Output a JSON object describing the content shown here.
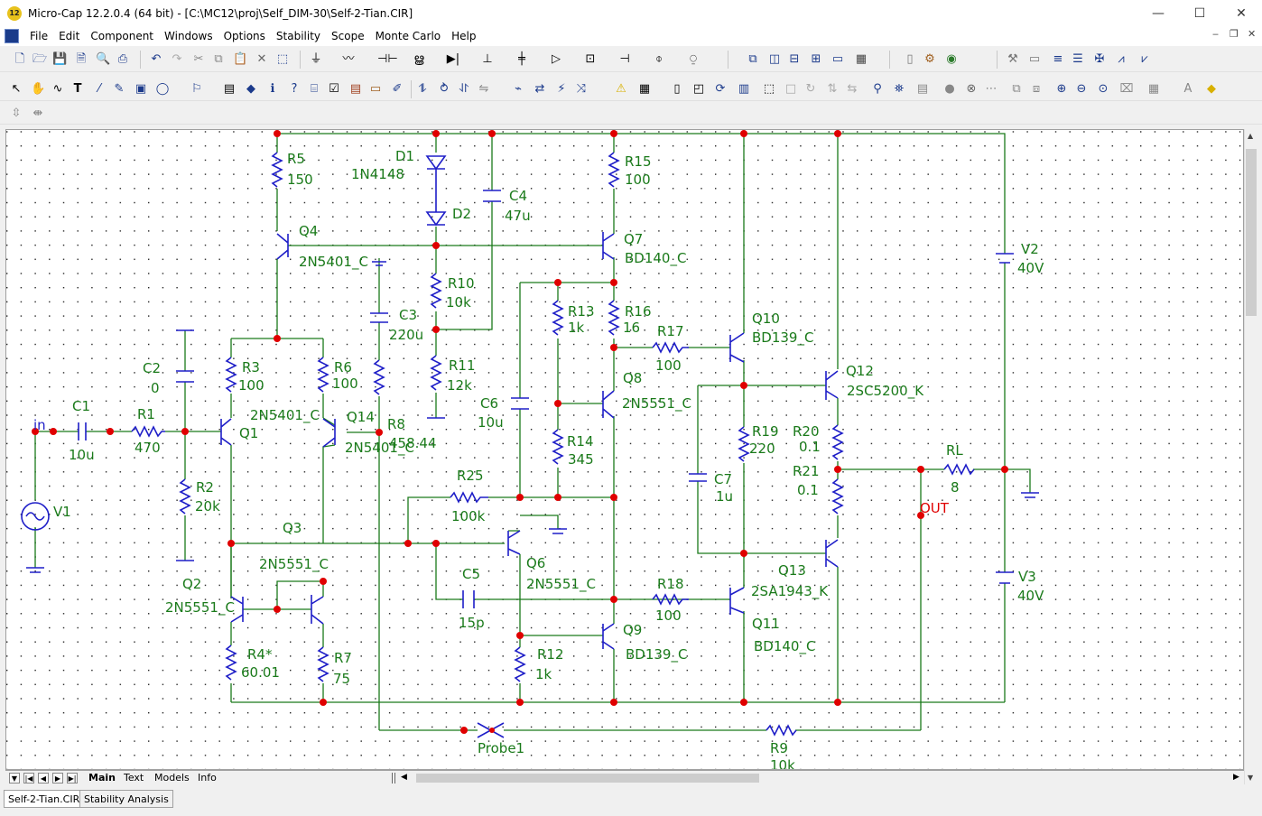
{
  "window": {
    "title": "Micro-Cap 12.2.0.4 (64 bit) - [C:\\MC12\\proj\\Self_DIM-30\\Self-2-Tian.CIR]",
    "app_icon_text": "12",
    "minimize": "—",
    "maximize": "☐",
    "close": "✕"
  },
  "menu": [
    "File",
    "Edit",
    "Component",
    "Windows",
    "Options",
    "Stability",
    "Scope",
    "Monte Carlo",
    "Help"
  ],
  "mdi": {
    "minimize": "‒",
    "restore": "❐",
    "close": "✕"
  },
  "sheet_tabs": [
    "Main",
    "Text",
    "Models",
    "Info"
  ],
  "doc_tabs": [
    "Self-2-Tian.CIR",
    "Stability Analysis"
  ],
  "components": {
    "R5": {
      "name": "R5",
      "value": "150"
    },
    "D1": {
      "name": "D1",
      "value": "1N4148"
    },
    "D2": {
      "name": "D2"
    },
    "C4": {
      "name": "C4",
      "value": "47u"
    },
    "R15": {
      "name": "R15",
      "value": "100"
    },
    "Q4": {
      "name": "Q4",
      "value": "2N5401_C"
    },
    "Q7": {
      "name": "Q7",
      "value": "BD140_C"
    },
    "V2": {
      "name": "V2",
      "value": "40V"
    },
    "R10": {
      "name": "R10",
      "value": "10k"
    },
    "R16": {
      "name": "R16",
      "value": "16"
    },
    "R13": {
      "name": "R13",
      "value": "1k"
    },
    "C3": {
      "name": "C3",
      "value": "220u"
    },
    "Q10": {
      "name": "Q10",
      "value": "BD139_C"
    },
    "R17": {
      "name": "R17",
      "value": "100"
    },
    "R3": {
      "name": "R3",
      "value": "100"
    },
    "R6": {
      "name": "R6",
      "value": "100"
    },
    "R11": {
      "name": "R11",
      "value": "12k"
    },
    "Q12": {
      "name": "Q12",
      "value": "2SC5200_K"
    },
    "C2": {
      "name": "C2",
      "value": "0"
    },
    "Q8": {
      "name": "Q8",
      "value": "2N5551_C"
    },
    "C1": {
      "name": "C1",
      "value": "10u"
    },
    "C6": {
      "name": "C6",
      "value": "10u"
    },
    "in": {
      "name": "in"
    },
    "R1": {
      "name": "R1",
      "value": "470"
    },
    "Q1": {
      "name": "Q1"
    },
    "Q5": {
      "value": "2N5401_C"
    },
    "Q14": {
      "name": "Q14",
      "value": "2N5401_C"
    },
    "R8": {
      "name": "R8",
      "value": "458.44"
    },
    "R14": {
      "name": "R14",
      "value": "345"
    },
    "R19": {
      "name": "R19",
      "value": "220"
    },
    "R20": {
      "name": "R20",
      "value": "0.1"
    },
    "RL": {
      "name": "RL",
      "value": "8"
    },
    "R21": {
      "name": "R21",
      "value": "0.1"
    },
    "R2": {
      "name": "R2",
      "value": "20k"
    },
    "R25": {
      "name": "R25",
      "value": "100k"
    },
    "C7": {
      "name": "C7",
      "value": "1u"
    },
    "OUT": {
      "name": "OUT"
    },
    "V1": {
      "name": "V1"
    },
    "Q3": {
      "name": "Q3",
      "value": "2N5551_C"
    },
    "Q6": {
      "name": "Q6",
      "value": "2N5551_C"
    },
    "C5": {
      "name": "C5",
      "value": "15p"
    },
    "Q2": {
      "name": "Q2",
      "value": "2N5551_C"
    },
    "R18": {
      "name": "R18",
      "value": "100"
    },
    "Q13": {
      "name": "Q13",
      "value": "2SA1943_K"
    },
    "V3": {
      "name": "V3",
      "value": "40V"
    },
    "Q11": {
      "name": "Q11",
      "value": "BD140_C"
    },
    "R4": {
      "name": "R4*",
      "value": "60.01"
    },
    "R7": {
      "name": "R7",
      "value": "75"
    },
    "Q9": {
      "name": "Q9",
      "value": "BD139_C"
    },
    "R12": {
      "name": "R12",
      "value": "1k"
    },
    "Probe": {
      "name": "Probe1"
    },
    "R9": {
      "name": "R9",
      "value": "10k"
    }
  }
}
